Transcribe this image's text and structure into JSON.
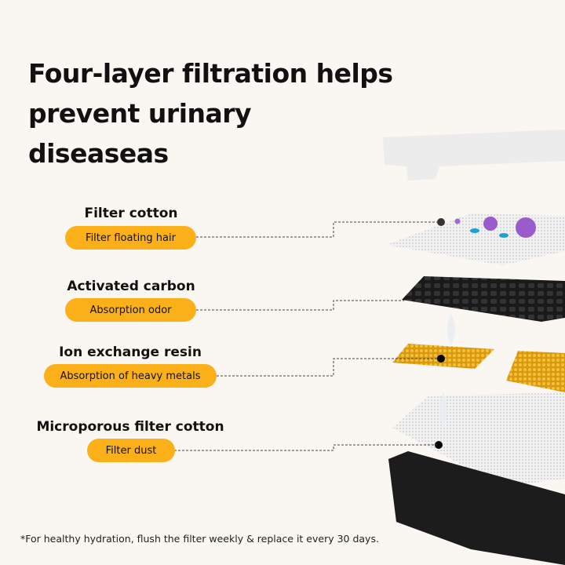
{
  "title": "Four-layer filtration helps prevent urinary diseaseas",
  "layers": [
    {
      "name": "Filter cotton",
      "benefit": "Filter floating hair"
    },
    {
      "name": "Activated carbon",
      "benefit": "Absorption odor"
    },
    {
      "name": "Ion exchange resin",
      "benefit": "Absorption of heavy metals"
    },
    {
      "name": "Microporous filter cotton",
      "benefit": "Filter dust"
    }
  ],
  "footnote": "*For healthy hydration, flush the filter weekly & replace it every 30 days.",
  "colors": {
    "accent": "#fbb01a",
    "background": "#faf6f1"
  }
}
